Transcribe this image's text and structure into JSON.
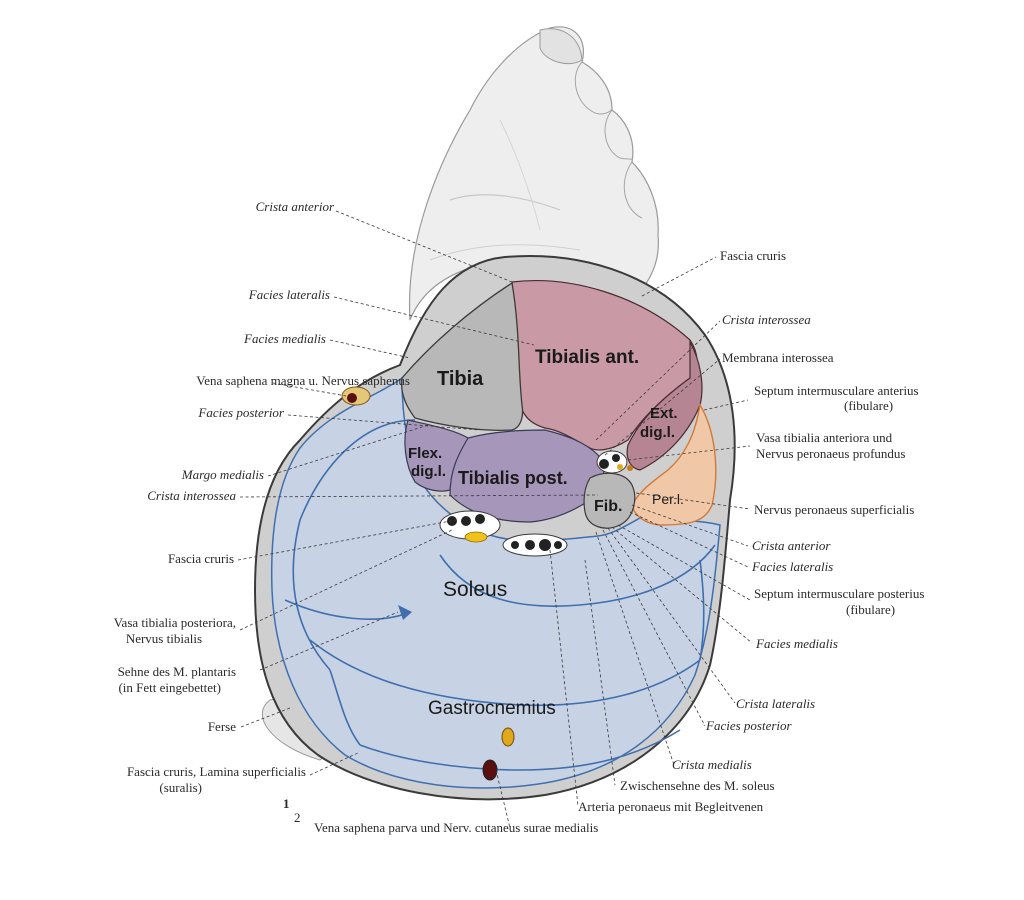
{
  "muscles": {
    "tibia": "Tibia",
    "tibialis_ant": "Tibialis ant.",
    "ext_dig_1": "Ext.",
    "ext_dig_2": "dig.l.",
    "flex_dig_1": "Flex.",
    "flex_dig_2": "dig.l.",
    "tibialis_post": "Tibialis post.",
    "fib": "Fib.",
    "per": "Per.l.",
    "soleus": "Soleus",
    "gastrocnemius": "Gastrocnemius"
  },
  "scale": {
    "num": "1",
    "den": "2"
  },
  "labels": {
    "crista_anterior": "Crista anterior",
    "fascia_cruris_r": "Fascia cruris",
    "facies_lateralis": "Facies lateralis",
    "crista_interossea_r": "Crista interossea",
    "facies_medialis": "Facies medialis",
    "membrana_interossea": "Membrana interossea",
    "vena_saphena_magna": "Vena saphena magna u. Nervus saphenus",
    "septum_ant_1": "Septum intermusculare anterius",
    "septum_ant_2": "(fibulare)",
    "facies_posterior": "Facies posterior",
    "vasa_tib_ant_1": "Vasa tibialia anteriora und",
    "vasa_tib_ant_2": "Nervus peronaeus profundus",
    "margo_medialis": "Margo medialis",
    "crista_interossea_l": "Crista interossea",
    "nervus_peron_sup": "Nervus peronaeus superficialis",
    "crista_anterior_r2": "Crista anterior",
    "fascia_cruris_l": "Fascia cruris",
    "facies_lateralis_r2": "Facies lateralis",
    "septum_post_1": "Septum intermusculare posterius",
    "septum_post_2": "(fibulare)",
    "vasa_tib_post_1": "Vasa tibialia posteriora,",
    "vasa_tib_post_2": "Nervus tibialis",
    "facies_medialis_r2": "Facies medialis",
    "sehne_1": "Sehne des M. plantaris",
    "sehne_2": "(in Fett eingebettet)",
    "crista_lateralis": "Crista lateralis",
    "ferse": "Ferse",
    "facies_posterior_r2": "Facies posterior",
    "crista_medialis": "Crista medialis",
    "fascia_lamina_1": "Fascia cruris, Lamina superficialis",
    "fascia_lamina_2": "(suralis)",
    "zwischensehne": "Zwischensehne des M. soleus",
    "arteria_peronaeus": "Arteria peronaeus mit Begleitvenen",
    "vena_saphena_parva": "Vena saphena parva und Nerv. cutaneus surae medialis"
  }
}
